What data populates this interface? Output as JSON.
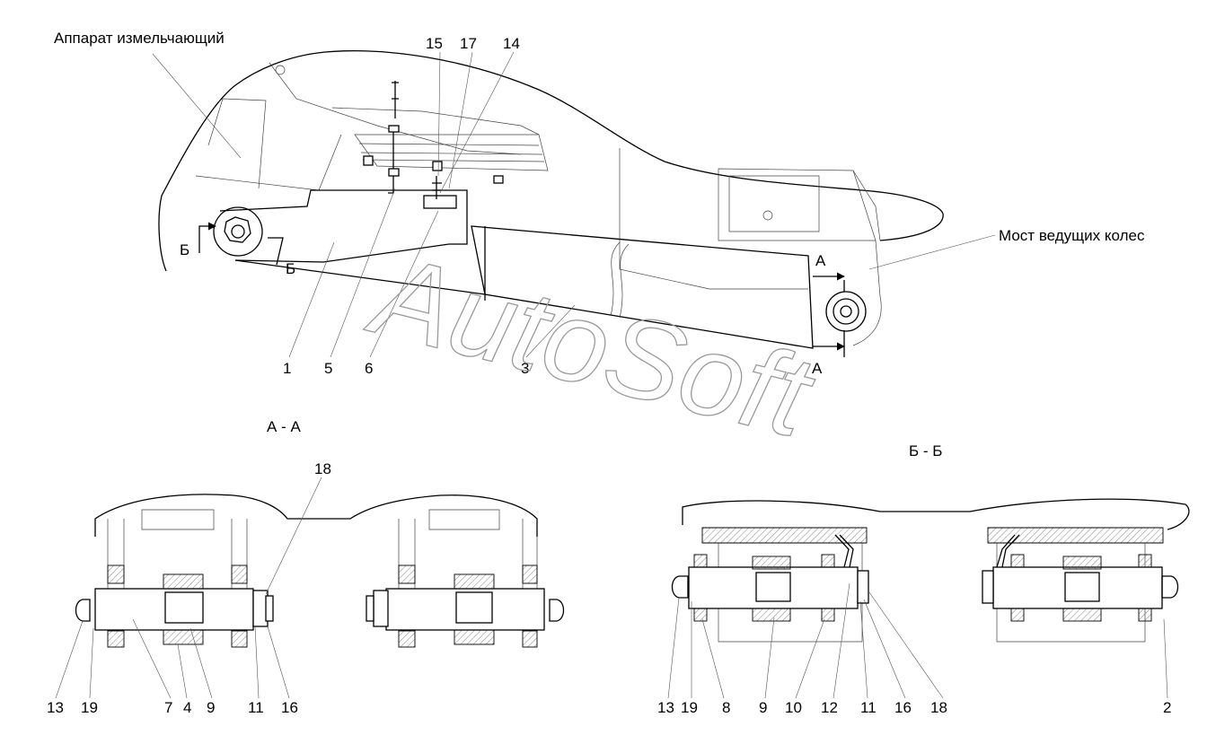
{
  "labels": {
    "cutter": "Аппарат измельчающий",
    "axle": "Мост ведущих колес"
  },
  "section_titles": {
    "aa": "А - А",
    "bb": "Б - Б"
  },
  "section_marks": {
    "a_upper": "А",
    "a_lower": "А",
    "b_left": "Б",
    "b_lower": "Б"
  },
  "top_callouts": {
    "c15": "15",
    "c17": "17",
    "c14": "14"
  },
  "main_callouts": {
    "c1": "1",
    "c5": "5",
    "c6": "6",
    "c3": "3"
  },
  "aa_callouts": {
    "c18": "18",
    "c13": "13",
    "c19": "19",
    "c7": "7",
    "c4": "4",
    "c9": "9",
    "c11": "11",
    "c16": "16"
  },
  "bb_callouts": {
    "c13": "13",
    "c19": "19",
    "c8": "8",
    "c9": "9",
    "c10": "10",
    "c12": "12",
    "c11": "11",
    "c16": "16",
    "c18": "18",
    "c2": "2"
  },
  "watermark": "AutoSoft"
}
